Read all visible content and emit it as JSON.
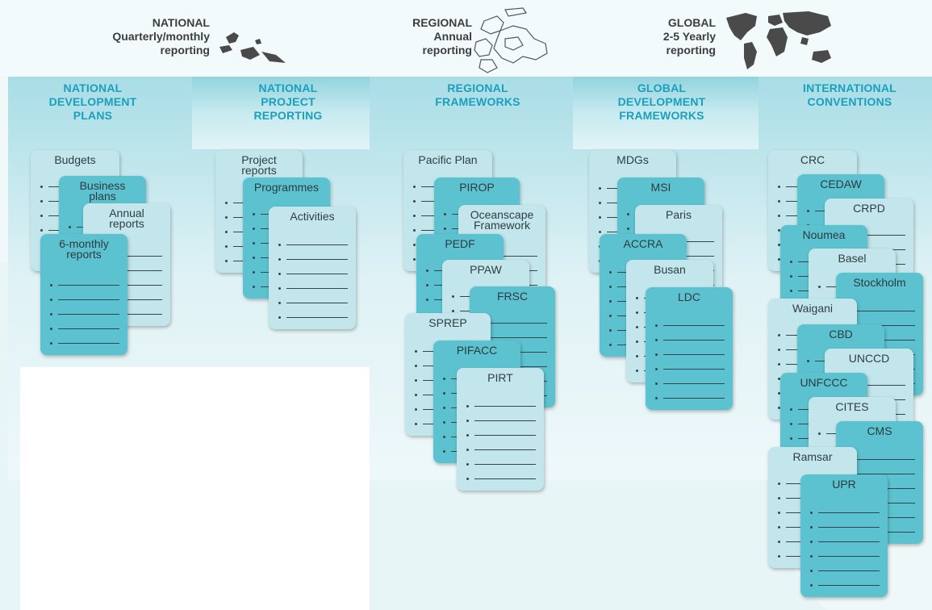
{
  "header": {
    "national": {
      "line1": "NATIONAL",
      "line2": "Quarterly/monthly",
      "line3": "reporting",
      "icon": "pacific-islands-map-icon"
    },
    "regional": {
      "line1": "REGIONAL",
      "line2": "Annual",
      "line3": "reporting",
      "icon": "pacific-region-map-icon"
    },
    "global": {
      "line1": "GLOBAL",
      "line2": "2-5 Yearly",
      "line3": "reporting",
      "icon": "world-map-icon"
    }
  },
  "columns": [
    {
      "id": "national-development-plans",
      "title": [
        "NATIONAL",
        "DEVELOPMENT",
        "PLANS"
      ]
    },
    {
      "id": "national-project-reporting",
      "title": [
        "NATIONAL",
        "PROJECT",
        "REPORTING"
      ]
    },
    {
      "id": "regional-frameworks",
      "title": [
        "REGIONAL",
        "FRAMEWORKS"
      ]
    },
    {
      "id": "global-development-frameworks",
      "title": [
        "GLOBAL",
        "DEVELOPMENT",
        "FRAMEWORKS"
      ]
    },
    {
      "id": "international-conventions",
      "title": [
        "INTERNATIONAL",
        "CONVENTIONS"
      ]
    }
  ],
  "documents": {
    "national-development-plans": [
      "Budgets",
      "Business\nplans",
      "Annual\nreports",
      "6-monthly\nreports"
    ],
    "national-project-reporting": [
      "Project\nreports",
      "Programmes",
      "Activities"
    ],
    "regional-frameworks": [
      "Pacific Plan",
      "PIROP",
      "Oceanscape\nFramework",
      "PEDF",
      "PPAW",
      "FRSC",
      "SPREP",
      "PIFACC",
      "PIRT"
    ],
    "global-development-frameworks": [
      "MDGs",
      "MSI",
      "Paris",
      "ACCRA",
      "Busan",
      "LDC"
    ],
    "international-conventions": [
      "CRC",
      "CEDAW",
      "CRPD",
      "Noumea",
      "Basel",
      "Stockholm",
      "Waigani",
      "CBD",
      "UNCCD",
      "UNFCCC",
      "CITES",
      "CMS",
      "Ramsar",
      "UPR"
    ]
  },
  "colors": {
    "title_teal": "#1a9fbd",
    "doc_light": "#c2e6eb",
    "doc_teal": "#5dc2cf",
    "band": "#bfe6ec"
  }
}
